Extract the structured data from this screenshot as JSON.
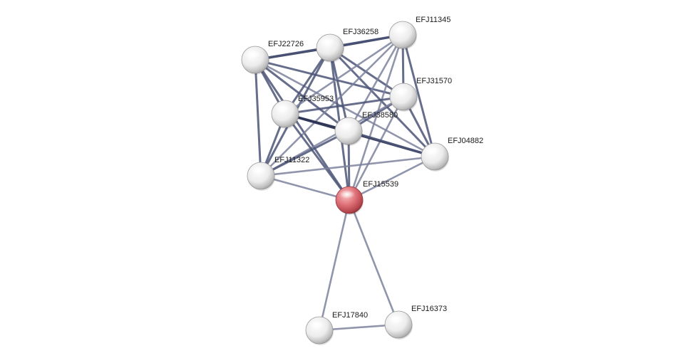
{
  "network": {
    "query_node": "EFJ15539",
    "colors": {
      "query_node": "#d9636b",
      "partner_node": "#e8e8e8",
      "edge_strong": "#2e3655",
      "edge_medium": "#4c5578",
      "edge_light": "#7d839e"
    },
    "nodes": [
      {
        "id": "EFJ15539",
        "label": "EFJ15539",
        "type": "query"
      },
      {
        "id": "EFJ22726",
        "label": "EFJ22726",
        "type": "partner"
      },
      {
        "id": "EFJ36258",
        "label": "EFJ36258",
        "type": "partner"
      },
      {
        "id": "EFJ11345",
        "label": "EFJ11345",
        "type": "partner"
      },
      {
        "id": "EFJ31570",
        "label": "EFJ31570",
        "type": "partner"
      },
      {
        "id": "EFJ35953",
        "label": "EFJ35953",
        "type": "partner"
      },
      {
        "id": "EFJ38580",
        "label": "EFJ38580",
        "type": "partner"
      },
      {
        "id": "EFJ04882",
        "label": "EFJ04882",
        "type": "partner"
      },
      {
        "id": "EFJ11322",
        "label": "EFJ11322",
        "type": "partner"
      },
      {
        "id": "EFJ17840",
        "label": "EFJ17840",
        "type": "partner"
      },
      {
        "id": "EFJ16373",
        "label": "EFJ16373",
        "type": "partner"
      }
    ],
    "edges": [
      {
        "source": "EFJ22726",
        "target": "EFJ36258",
        "strength": "strong"
      },
      {
        "source": "EFJ36258",
        "target": "EFJ11345",
        "strength": "strong"
      },
      {
        "source": "EFJ22726",
        "target": "EFJ11345",
        "strength": "medium"
      },
      {
        "source": "EFJ22726",
        "target": "EFJ35953",
        "strength": "medium"
      },
      {
        "source": "EFJ22726",
        "target": "EFJ38580",
        "strength": "medium"
      },
      {
        "source": "EFJ22726",
        "target": "EFJ31570",
        "strength": "medium"
      },
      {
        "source": "EFJ22726",
        "target": "EFJ11322",
        "strength": "medium"
      },
      {
        "source": "EFJ22726",
        "target": "EFJ15539",
        "strength": "medium"
      },
      {
        "source": "EFJ22726",
        "target": "EFJ04882",
        "strength": "light"
      },
      {
        "source": "EFJ36258",
        "target": "EFJ35953",
        "strength": "medium"
      },
      {
        "source": "EFJ36258",
        "target": "EFJ38580",
        "strength": "medium"
      },
      {
        "source": "EFJ36258",
        "target": "EFJ31570",
        "strength": "medium"
      },
      {
        "source": "EFJ36258",
        "target": "EFJ04882",
        "strength": "medium"
      },
      {
        "source": "EFJ36258",
        "target": "EFJ11322",
        "strength": "medium"
      },
      {
        "source": "EFJ36258",
        "target": "EFJ15539",
        "strength": "medium"
      },
      {
        "source": "EFJ11345",
        "target": "EFJ35953",
        "strength": "light"
      },
      {
        "source": "EFJ11345",
        "target": "EFJ38580",
        "strength": "light"
      },
      {
        "source": "EFJ11345",
        "target": "EFJ31570",
        "strength": "medium"
      },
      {
        "source": "EFJ11345",
        "target": "EFJ04882",
        "strength": "medium"
      },
      {
        "source": "EFJ11345",
        "target": "EFJ11322",
        "strength": "light"
      },
      {
        "source": "EFJ11345",
        "target": "EFJ15539",
        "strength": "light"
      },
      {
        "source": "EFJ31570",
        "target": "EFJ35953",
        "strength": "medium"
      },
      {
        "source": "EFJ31570",
        "target": "EFJ38580",
        "strength": "medium"
      },
      {
        "source": "EFJ31570",
        "target": "EFJ04882",
        "strength": "medium"
      },
      {
        "source": "EFJ31570",
        "target": "EFJ11322",
        "strength": "light"
      },
      {
        "source": "EFJ31570",
        "target": "EFJ15539",
        "strength": "light"
      },
      {
        "source": "EFJ35953",
        "target": "EFJ38580",
        "strength": "strong"
      },
      {
        "source": "EFJ35953",
        "target": "EFJ04882",
        "strength": "strong"
      },
      {
        "source": "EFJ35953",
        "target": "EFJ11322",
        "strength": "medium"
      },
      {
        "source": "EFJ35953",
        "target": "EFJ15539",
        "strength": "medium"
      },
      {
        "source": "EFJ38580",
        "target": "EFJ04882",
        "strength": "medium"
      },
      {
        "source": "EFJ38580",
        "target": "EFJ11322",
        "strength": "medium"
      },
      {
        "source": "EFJ38580",
        "target": "EFJ15539",
        "strength": "medium"
      },
      {
        "source": "EFJ04882",
        "target": "EFJ11322",
        "strength": "light"
      },
      {
        "source": "EFJ04882",
        "target": "EFJ15539",
        "strength": "light"
      },
      {
        "source": "EFJ11322",
        "target": "EFJ15539",
        "strength": "light"
      },
      {
        "source": "EFJ15539",
        "target": "EFJ17840",
        "strength": "light"
      },
      {
        "source": "EFJ15539",
        "target": "EFJ16373",
        "strength": "light"
      },
      {
        "source": "EFJ17840",
        "target": "EFJ16373",
        "strength": "light"
      }
    ]
  }
}
